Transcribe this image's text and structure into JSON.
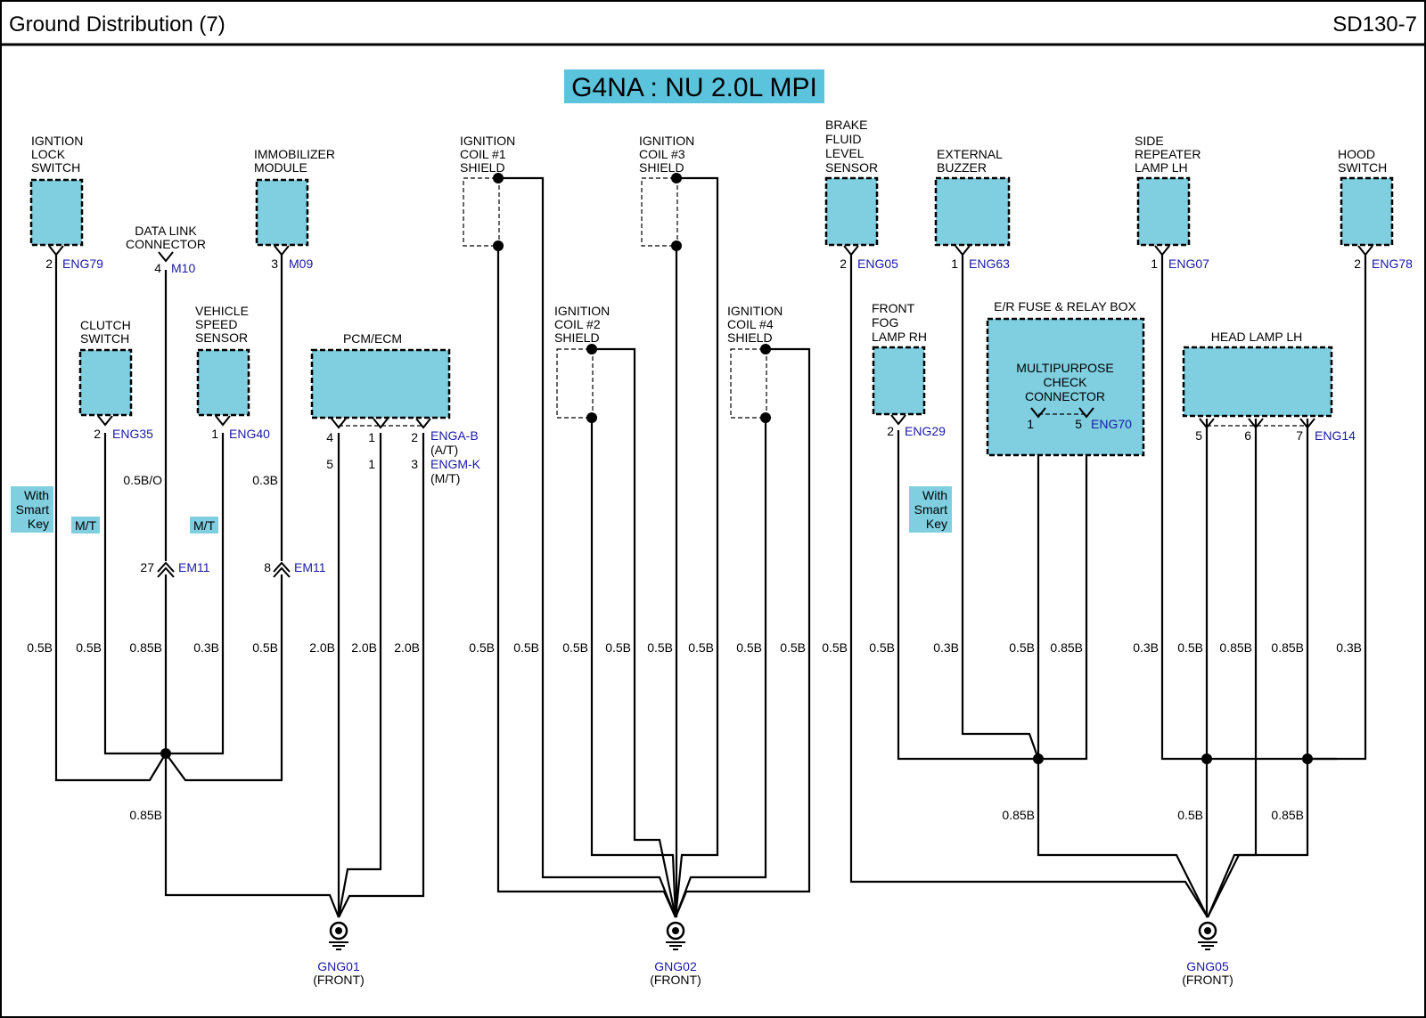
{
  "header": {
    "title": "Ground Distribution (7)",
    "page_code": "SD130-7"
  },
  "banner": {
    "text": "G4NA : NU 2.0L MPI"
  },
  "components": {
    "ignition_lock_switch": [
      "IGNTION",
      "LOCK",
      "SWITCH"
    ],
    "data_link_connector": [
      "DATA LINK",
      "CONNECTOR"
    ],
    "immobilizer_module": [
      "IMMOBILIZER",
      "MODULE"
    ],
    "clutch_switch": [
      "CLUTCH",
      "SWITCH"
    ],
    "vehicle_speed_sensor": [
      "VEHICLE",
      "SPEED",
      "SENSOR"
    ],
    "pcm_ecm": [
      "PCM/ECM"
    ],
    "ignition_coil_1": [
      "IGNITION",
      "COIL #1",
      "SHIELD"
    ],
    "ignition_coil_2": [
      "IGNITION",
      "COIL #2",
      "SHIELD"
    ],
    "ignition_coil_3": [
      "IGNITION",
      "COIL #3",
      "SHIELD"
    ],
    "ignition_coil_4": [
      "IGNITION",
      "COIL #4",
      "SHIELD"
    ],
    "brake_fluid_level_sensor": [
      "BRAKE",
      "FLUID",
      "LEVEL",
      "SENSOR"
    ],
    "external_buzzer": [
      "EXTERNAL",
      "BUZZER"
    ],
    "front_fog_lamp_rh": [
      "FRONT",
      "FOG",
      "LAMP RH"
    ],
    "er_fuse_relay_box": [
      "E/R FUSE & RELAY BOX"
    ],
    "multipurpose_check_connector": [
      "MULTIPURPOSE",
      "CHECK",
      "CONNECTOR"
    ],
    "side_repeater_lamp_lh": [
      "SIDE",
      "REPEATER",
      "LAMP LH"
    ],
    "head_lamp_lh": [
      "HEAD LAMP LH"
    ],
    "hood_switch": [
      "HOOD",
      "SWITCH"
    ]
  },
  "connectors": {
    "eng79": {
      "pin": "2",
      "id": "ENG79"
    },
    "m10": {
      "pin": "4",
      "id": "M10"
    },
    "m09": {
      "pin": "3",
      "id": "M09"
    },
    "eng35": {
      "pin": "2",
      "id": "ENG35"
    },
    "eng40": {
      "pin": "1",
      "id": "ENG40"
    },
    "em11_a": {
      "pin": "27",
      "id": "EM11"
    },
    "em11_b": {
      "pin": "8",
      "id": "EM11"
    },
    "pcm_pins_at": [
      "4",
      "1",
      "2"
    ],
    "pcm_pins_mt": [
      "5",
      "1",
      "3"
    ],
    "enga_b": {
      "id": "ENGA-B",
      "variant": "(A/T)"
    },
    "engm_k": {
      "id": "ENGM-K",
      "variant": "(M/T)"
    },
    "eng05": {
      "pin": "2",
      "id": "ENG05"
    },
    "eng63": {
      "pin": "1",
      "id": "ENG63"
    },
    "eng07": {
      "pin": "1",
      "id": "ENG07"
    },
    "eng78": {
      "pin": "2",
      "id": "ENG78"
    },
    "eng29": {
      "pin": "2",
      "id": "ENG29"
    },
    "eng70": {
      "pins": [
        "1",
        "5"
      ],
      "id": "ENG70"
    },
    "eng14": {
      "pins": [
        "5",
        "6",
        "7"
      ],
      "id": "ENG14"
    }
  },
  "options": {
    "with_smart_key": [
      "With",
      "Smart",
      "Key"
    ],
    "mt": "M/T"
  },
  "wire_labels_mid": [
    "0.5B/O",
    "0.3B"
  ],
  "wire_sizes_row": [
    "0.5B",
    "0.5B",
    "0.85B",
    "0.3B",
    "0.5B",
    "2.0B",
    "2.0B",
    "2.0B",
    "0.5B",
    "0.5B",
    "0.5B",
    "0.5B",
    "0.5B",
    "0.5B",
    "0.5B",
    "0.5B",
    "0.5B",
    "0.5B",
    "0.3B",
    "0.5B",
    "0.85B",
    "0.3B",
    "0.5B",
    "0.85B",
    "0.85B",
    "0.3B"
  ],
  "trunk_labels": {
    "gng01": "0.85B",
    "gng05_left": "0.85B",
    "gng05_mid": "0.5B",
    "gng05_right": "0.85B"
  },
  "grounds": {
    "gng01": {
      "id": "GNG01",
      "loc": "(FRONT)"
    },
    "gng02": {
      "id": "GNG02",
      "loc": "(FRONT)"
    },
    "gng05": {
      "id": "GNG05",
      "loc": "(FRONT)"
    }
  },
  "colors": {
    "component_fill": "#7fcfe0",
    "connector_text": "#1a1aa6"
  }
}
